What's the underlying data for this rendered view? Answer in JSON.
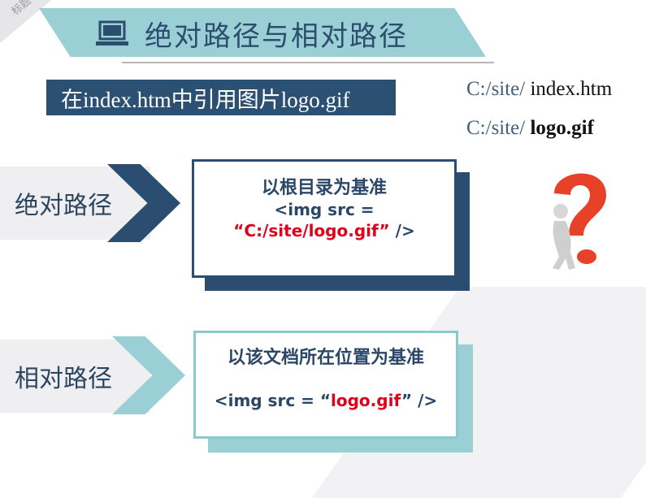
{
  "corner_label": "标题",
  "title": {
    "text": "绝对路径与相对路径",
    "icon": "laptop-icon",
    "banner_color": "#9ad0d5",
    "text_color": "#2c4d6e"
  },
  "question": "在index.htm中引用图片logo.gif",
  "paths": [
    {
      "dir": "C:/site/",
      "file": "index.htm"
    },
    {
      "dir": "C:/site/",
      "file": "logo.gif"
    }
  ],
  "absolute": {
    "label": "绝对路径",
    "heading": "以根目录为基准",
    "code_prefix": "<img src =",
    "open_quote": "“",
    "value": "C:/site/logo.gif",
    "close": "”  />"
  },
  "relative": {
    "label": "相对路径",
    "heading": "以该文档所在位置为基准",
    "code_prefix": "<img src =  “",
    "value": "logo.gif",
    "close": "”  />"
  },
  "colors": {
    "dark_blue": "#2b4d70",
    "teal": "#9ad0d5",
    "red": "#e1001b"
  }
}
